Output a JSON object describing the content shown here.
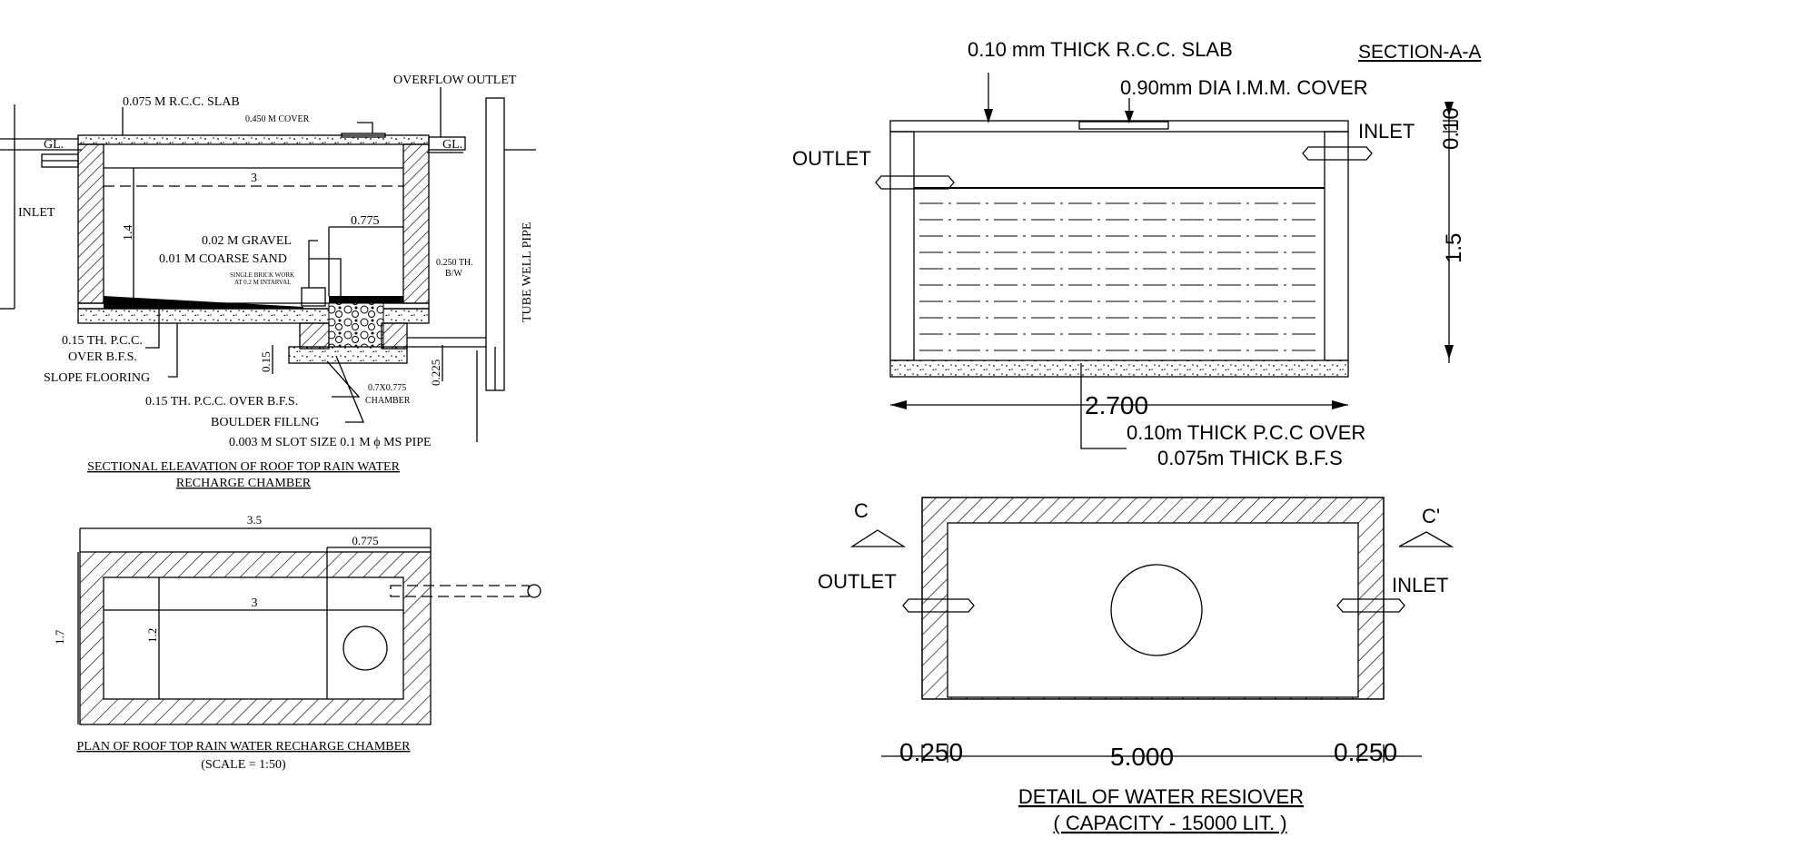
{
  "left_section": {
    "title_line1": "SECTIONAL ELEAVATION OF ROOF TOP RAIN WATER",
    "title_line2": "RECHARGE CHAMBER",
    "labels": {
      "slab": "0.075 M  R.C.C. SLAB",
      "cover": "0.450 M  COVER",
      "overflow": "OVERFLOW OUTLET",
      "gl_left": "GL.",
      "gl_right": "GL.",
      "inlet": "INLET",
      "dim_3": "3",
      "dim_1_4": "1.4",
      "dim_0_775": "0.775",
      "gravel": "0.02 M GRAVEL",
      "sand": "0.01 M COARSE SAND",
      "brick_1": "SINGLE BRICK WORK",
      "brick_2": "AT 0.2 M INTARVAL",
      "bw_1": "0.250 TH.",
      "bw_2": "B/W",
      "tube_well": "TUBE WELL PIPE",
      "pcc_1": "0.15 TH. P.C.C.",
      "pcc_2": "OVER B.F.S.",
      "slope": "SLOPE FLOORING",
      "dim_0_15": "0.15",
      "pcc_chamber": "0.15 TH. P.C.C. OVER B.F.S.",
      "chamber_1": "0.7X0.775",
      "chamber_2": "CHAMBER",
      "dim_0_225": "0.225",
      "boulder": "BOULDER FILLNG",
      "slot": "0.003 M SLOT SIZE 0.1 M ϕ MS PIPE"
    }
  },
  "left_plan": {
    "title": "PLAN OF ROOF TOP RAIN WATER RECHARGE CHAMBER",
    "scale": "(SCALE = 1:50)",
    "dims": {
      "overall": "3.5",
      "chamber": "0.775",
      "inner": "3",
      "height": "1.7",
      "inner_height": "1.2"
    }
  },
  "right_section": {
    "slab": "0.10 mm THICK R.C.C. SLAB",
    "section_label": "SECTION-A-A",
    "cover": "0.90mm DIA I.M.M. COVER",
    "outlet": "OUTLET",
    "inlet": "INLET",
    "dim_0_10": "0.10",
    "dim_1_5": "1.5",
    "dim_2_700": "2.700",
    "pcc_1": "0.10m THICK P.C.C OVER",
    "pcc_2": "0.075m THICK B.F.S"
  },
  "right_plan": {
    "c_left": "C",
    "c_right": "C'",
    "outlet": "OUTLET",
    "inlet": "INLET",
    "dim_left": "0.250",
    "dim_mid": "5.000",
    "dim_right": "0.250",
    "title": "DETAIL OF WATER  RESIOVER",
    "capacity": "( CAPACITY - 15000 LIT. )"
  }
}
